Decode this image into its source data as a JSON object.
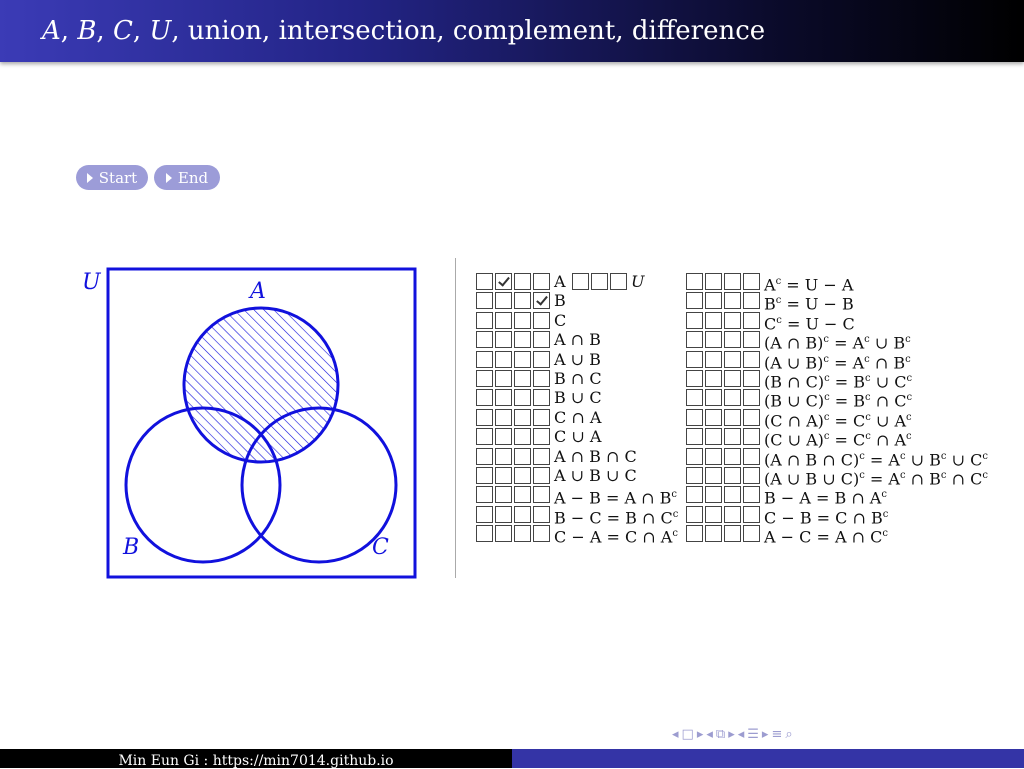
{
  "title": {
    "segments": [
      {
        "text": "A",
        "italic": true
      },
      {
        "text": ", ",
        "italic": false
      },
      {
        "text": "B",
        "italic": true
      },
      {
        "text": ", ",
        "italic": false
      },
      {
        "text": "C",
        "italic": true
      },
      {
        "text": ", ",
        "italic": false
      },
      {
        "text": "U",
        "italic": true
      },
      {
        "text": ", union, intersection, complement, difference",
        "italic": false
      }
    ]
  },
  "buttons": {
    "start": "Start",
    "end": "End"
  },
  "venn": {
    "labels": {
      "U": "U",
      "A": "A",
      "B": "B",
      "C": "C"
    },
    "shaded_region": "A",
    "colors": {
      "stroke": "#1111dd",
      "hatch": "#1111dd"
    }
  },
  "checklist": {
    "left": [
      {
        "label": "A",
        "checked": [
          false,
          true,
          false,
          false
        ],
        "extra_boxes": 3,
        "extra_label": "U"
      },
      {
        "label": "B",
        "checked": [
          false,
          false,
          false,
          true
        ]
      },
      {
        "label": "C",
        "checked": [
          false,
          false,
          false,
          false
        ]
      },
      {
        "label": "A ∩ B",
        "checked": [
          false,
          false,
          false,
          false
        ]
      },
      {
        "label": "A ∪ B",
        "checked": [
          false,
          false,
          false,
          false
        ]
      },
      {
        "label": "B ∩ C",
        "checked": [
          false,
          false,
          false,
          false
        ]
      },
      {
        "label": "B ∪ C",
        "checked": [
          false,
          false,
          false,
          false
        ]
      },
      {
        "label": "C ∩ A",
        "checked": [
          false,
          false,
          false,
          false
        ]
      },
      {
        "label": "C ∪ A",
        "checked": [
          false,
          false,
          false,
          false
        ]
      },
      {
        "label": "A ∩ B ∩ C",
        "checked": [
          false,
          false,
          false,
          false
        ]
      },
      {
        "label": "A ∪ B ∪ C",
        "checked": [
          false,
          false,
          false,
          false
        ]
      },
      {
        "label": "A − B = A ∩ B<sup>c</sup>",
        "checked": [
          false,
          false,
          false,
          false
        ]
      },
      {
        "label": "B − C = B ∩ C<sup>c</sup>",
        "checked": [
          false,
          false,
          false,
          false
        ]
      },
      {
        "label": "C − A = C ∩ A<sup>c</sup>",
        "checked": [
          false,
          false,
          false,
          false
        ]
      }
    ],
    "right": [
      {
        "label": "A<sup>c</sup> = U − A"
      },
      {
        "label": "B<sup>c</sup> = U − B"
      },
      {
        "label": "C<sup>c</sup> = U − C"
      },
      {
        "label": "(A ∩ B)<sup>c</sup> = A<sup>c</sup> ∪ B<sup>c</sup>"
      },
      {
        "label": "(A ∪ B)<sup>c</sup> = A<sup>c</sup> ∩ B<sup>c</sup>"
      },
      {
        "label": "(B ∩ C)<sup>c</sup> = B<sup>c</sup> ∪ C<sup>c</sup>"
      },
      {
        "label": "(B ∪ C)<sup>c</sup> = B<sup>c</sup> ∩ C<sup>c</sup>"
      },
      {
        "label": "(C ∩ A)<sup>c</sup> = C<sup>c</sup> ∪ A<sup>c</sup>"
      },
      {
        "label": "(C ∪ A)<sup>c</sup> = C<sup>c</sup> ∩ A<sup>c</sup>"
      },
      {
        "label": "(A ∩ B ∩ C)<sup>c</sup> = A<sup>c</sup> ∪ B<sup>c</sup> ∪ C<sup>c</sup>"
      },
      {
        "label": "(A ∪ B ∪ C)<sup>c</sup> = A<sup>c</sup> ∩ B<sup>c</sup> ∩ C<sup>c</sup>"
      },
      {
        "label": "B − A = B ∩ A<sup>c</sup>"
      },
      {
        "label": "C − B = C ∩ B<sup>c</sup>"
      },
      {
        "label": "A − C = A ∩ C<sup>c</sup>"
      }
    ]
  },
  "nav_icons": [
    "prev-frame-icon",
    "frame-icon",
    "next-frame-icon",
    "prev-subsection-icon",
    "subsection-icon",
    "next-subsection-icon",
    "prev-section-icon",
    "section-icon",
    "next-section-icon",
    "align-icon",
    "search-icon"
  ],
  "footer": {
    "author": "Min Eun Gi : https://min7014.github.io"
  }
}
